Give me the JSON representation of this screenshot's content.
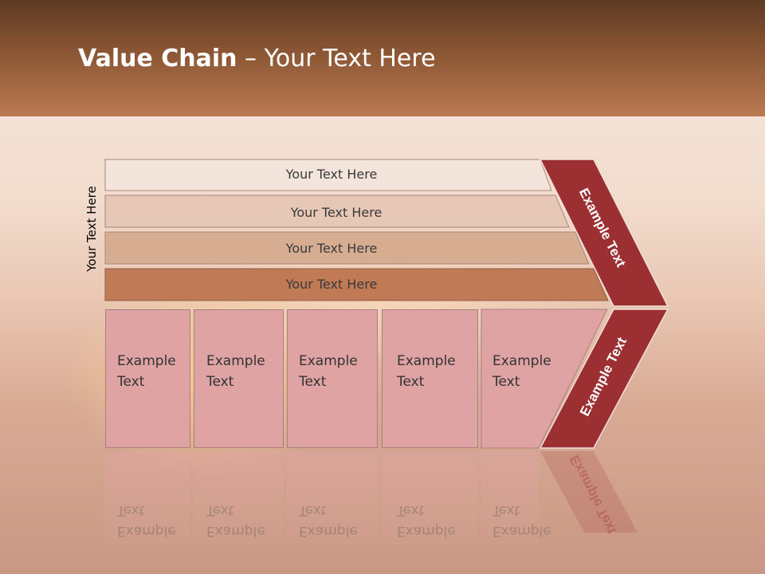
{
  "slide": {
    "title_bold": "Value Chain",
    "title_rest": " – Your Text Here",
    "vertical_label": "Your Text Here",
    "rows": [
      {
        "label": "Your Text Here",
        "color": "#f3e4dc"
      },
      {
        "label": "Your Text Here",
        "color": "#e7c7b6"
      },
      {
        "label": "Your Text Here",
        "color": "#d7ad92"
      },
      {
        "label": "Your Text Here",
        "color": "#c07a55"
      }
    ],
    "columns": [
      {
        "line1": "Example",
        "line2": "Text"
      },
      {
        "line1": "Example",
        "line2": "Text"
      },
      {
        "line1": "Example",
        "line2": "Text"
      },
      {
        "line1": "Example",
        "line2": "Text"
      },
      {
        "line1": "Example",
        "line2": "Text"
      }
    ],
    "chevron_top_label": "Example Text",
    "chevron_bottom_label": "Example Text",
    "chevron_color": "#9b2f32",
    "column_color": "#e0a3a3"
  }
}
